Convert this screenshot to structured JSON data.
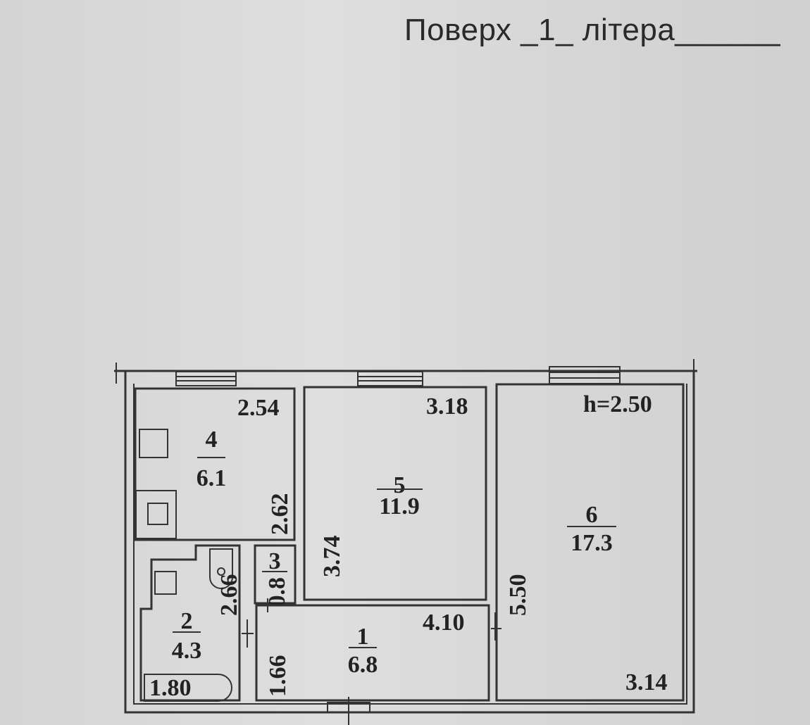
{
  "header": {
    "floor_label": "Поверх _1_ літера______"
  },
  "plan": {
    "ceiling_height": "h=2.50",
    "rooms": [
      {
        "number": "1",
        "area": "6.8",
        "dims": [
          "4.10",
          "1.66"
        ]
      },
      {
        "number": "2",
        "area": "4.3",
        "dims": [
          "2.66",
          "1.80"
        ]
      },
      {
        "number": "3",
        "area": "0.8",
        "dims": []
      },
      {
        "number": "4",
        "area": "6.1",
        "dims": [
          "2.54",
          "2.62"
        ]
      },
      {
        "number": "5",
        "area": "11.9",
        "dims": [
          "3.18",
          "3.74"
        ]
      },
      {
        "number": "6",
        "area": "17.3",
        "dims": [
          "5.50",
          "3.14"
        ]
      }
    ]
  }
}
